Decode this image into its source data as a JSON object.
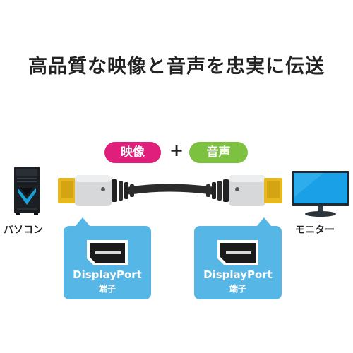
{
  "headline": "高品質な映像と音声を忠実に伝送",
  "tags": {
    "video": "映像",
    "plus": "+",
    "audio": "音声"
  },
  "devices": {
    "pc": "パソコン",
    "monitor": "モニター"
  },
  "ports": [
    {
      "title": "DisplayPort",
      "subtitle": "端子"
    },
    {
      "title": "DisplayPort",
      "subtitle": "端子"
    }
  ],
  "colors": {
    "video_pill": "#e01f7c",
    "audio_pill": "#7cc140",
    "bubble": "#56b7e6",
    "connector_gold": "#e8b91e"
  },
  "icons": [
    "pc-tower-icon",
    "monitor-icon",
    "displayport-cable-icon",
    "displayport-port-icon"
  ]
}
